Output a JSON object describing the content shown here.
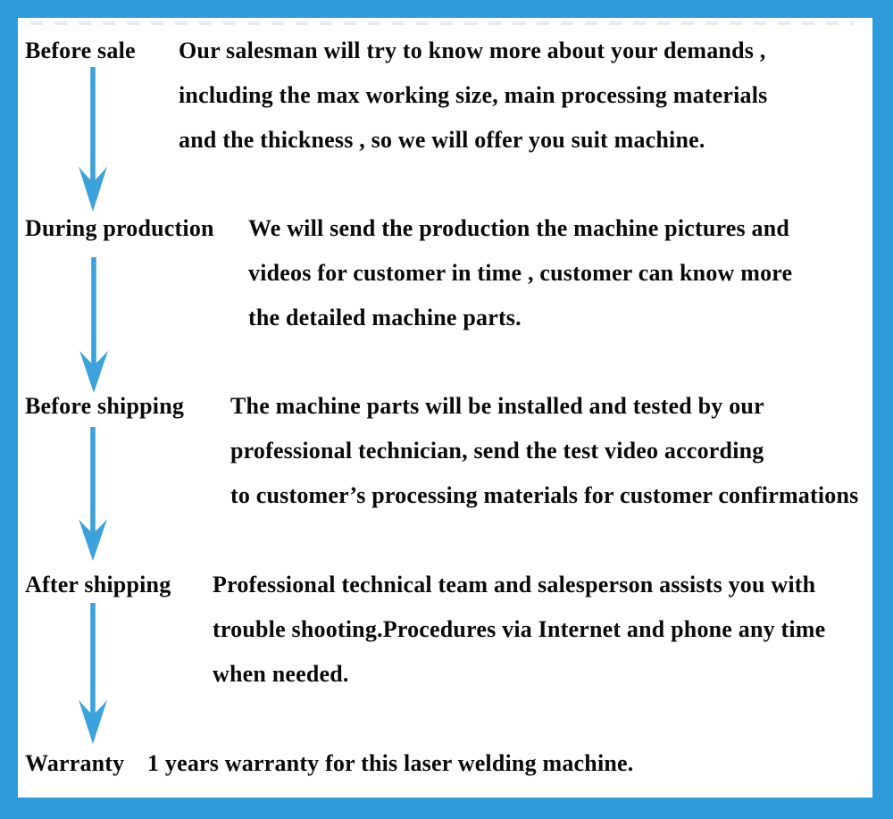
{
  "page": {
    "border_color": "#2E9CDA",
    "background": "#ffffff",
    "text_color": "#0a0a0a",
    "arrow_color": "#3BA2DB",
    "arrow_glyph": "down-arrow"
  },
  "sections": [
    {
      "label": "Before sale",
      "lines": [
        "Our salesman will try to know more about your demands ,",
        "including the max working size, main processing materials",
        "and the thickness , so we will offer you suit machine."
      ]
    },
    {
      "label": "During production",
      "lines": [
        "We will send the production the machine pictures and",
        "videos for customer in time , customer can know more",
        "the detailed machine parts."
      ]
    },
    {
      "label": "Before shipping",
      "lines": [
        "The machine parts will be installed and tested by our",
        "professional technician, send the test video according",
        "to customer’s processing materials for customer confirmations"
      ]
    },
    {
      "label": "After shipping",
      "lines": [
        "Professional technical team and salesperson assists you with",
        "trouble shooting.Procedures via Internet and phone any time",
        "when needed."
      ]
    },
    {
      "label": "Warranty",
      "lines": [
        "1 years warranty for this laser welding machine."
      ]
    }
  ]
}
